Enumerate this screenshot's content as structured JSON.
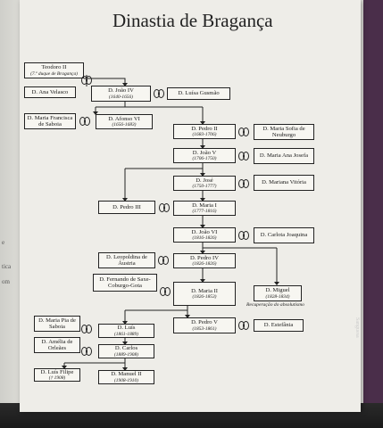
{
  "title": "Dinastia de Bragança",
  "background_fragments": [
    "e",
    "tica",
    "om",
    "Sanguesa"
  ],
  "nodes": {
    "teodoro": {
      "name": "Teodoro II",
      "date": "(7.º duque de Bragança)"
    },
    "ana_velasco": {
      "name": "D. Ana Velasco",
      "date": ""
    },
    "joao_iv": {
      "name": "D. João IV",
      "date": "(1640-1656)"
    },
    "luisa_gusmao": {
      "name": "D. Luísa Gusmão",
      "date": ""
    },
    "maria_francisca": {
      "name": "D. Maria Francisca de Saboia",
      "date": ""
    },
    "afonso_vi": {
      "name": "D. Afonso VI",
      "date": "(1656-1683)"
    },
    "pedro_ii": {
      "name": "D. Pedro II",
      "date": "(1683-1706)"
    },
    "maria_sofia": {
      "name": "D. Maria Sofia de Neuburgo",
      "date": ""
    },
    "joao_v": {
      "name": "D. João V",
      "date": "(1706-1750)"
    },
    "maria_ana": {
      "name": "D. Maria Ana Josefa",
      "date": ""
    },
    "jose": {
      "name": "D. José",
      "date": "(1750-1777)"
    },
    "mariana_vitoria": {
      "name": "D. Mariana Vitória",
      "date": ""
    },
    "pedro_iii": {
      "name": "D. Pedro III",
      "date": ""
    },
    "maria_i": {
      "name": "D. Maria I",
      "date": "(1777-1816)"
    },
    "joao_vi": {
      "name": "D. João VI",
      "date": "(1816-1826)"
    },
    "carlota": {
      "name": "D. Carlota Joaquina",
      "date": ""
    },
    "leopoldina": {
      "name": "D. Leopoldina de Áustria",
      "date": ""
    },
    "pedro_iv": {
      "name": "D. Pedro IV",
      "date": "(1826-1826)"
    },
    "fernando": {
      "name": "D. Fernando de Saxe-Coburgo-Gota",
      "date": ""
    },
    "maria_ii": {
      "name": "D. Maria II",
      "date": "(1826-1853)"
    },
    "miguel": {
      "name": "D. Miguel",
      "date": "(1828-1834)"
    },
    "pedro_v": {
      "name": "D. Pedro V",
      "date": "(1853-1861)"
    },
    "estefania": {
      "name": "D. Estefânia",
      "date": ""
    },
    "maria_pia": {
      "name": "D. Maria Pia de Saboia",
      "date": ""
    },
    "luis": {
      "name": "D. Luís",
      "date": "(1861-1889)"
    },
    "amelia": {
      "name": "D. Amélia de Orleães",
      "date": ""
    },
    "carlos": {
      "name": "D. Carlos",
      "date": "(1889-1908)"
    },
    "luis_filipe": {
      "name": "D. Luís Filipe",
      "date": "(† 1908)"
    },
    "manuel_ii": {
      "name": "D. Manuel II",
      "date": "(1908-1910)"
    }
  },
  "annotations": {
    "miguel_note": "Recuperação do absolutismo"
  }
}
